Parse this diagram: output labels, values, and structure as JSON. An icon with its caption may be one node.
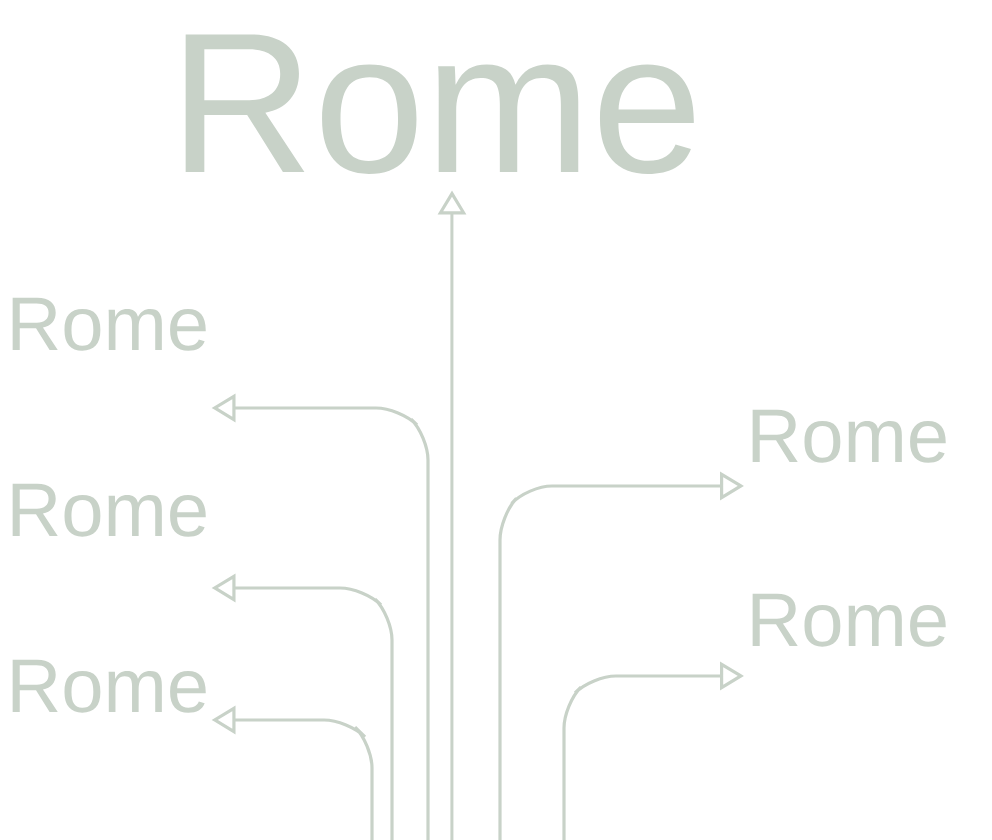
{
  "diagram": {
    "nodes": [
      {
        "text": [
          "Rome"
        ]
      },
      {
        "text": [
          "Rome"
        ]
      },
      {
        "text": [
          "Rome"
        ]
      },
      {
        "text": [
          "Rome"
        ]
      },
      {
        "text": [
          "Rome"
        ]
      },
      {
        "text": [
          "Rome"
        ]
      }
    ],
    "edges": [
      {
        "from": null,
        "to": 0,
        "arrow": "to"
      },
      {
        "from": null,
        "to": 1,
        "arrow": "to"
      },
      {
        "from": null,
        "to": 2,
        "arrow": "to"
      },
      {
        "from": null,
        "to": 3,
        "arrow": "to"
      },
      {
        "from": null,
        "to": 4,
        "arrow": "to"
      },
      {
        "from": null,
        "to": 5,
        "arrow": "to"
      }
    ]
  }
}
